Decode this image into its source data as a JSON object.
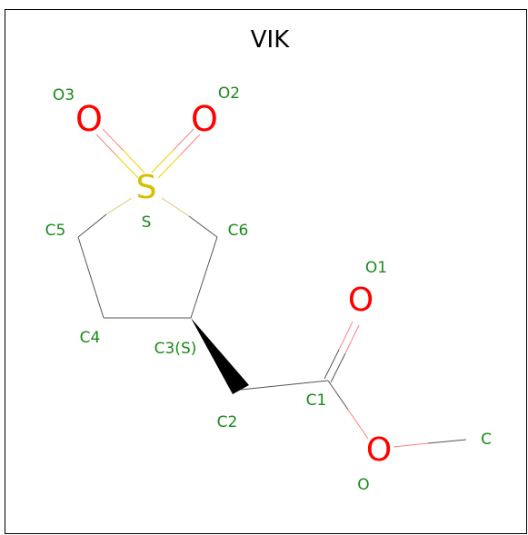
{
  "title": "VIK",
  "colors": {
    "label": "#1a8a1a",
    "oxygen": "#ff0000",
    "sulfur": "#d4c000",
    "bond": "#555555",
    "wedge": "#000000"
  },
  "atoms": [
    {
      "id": "O3",
      "label": "O3",
      "symbol": "O",
      "element": "oxygen"
    },
    {
      "id": "O2",
      "label": "O2",
      "symbol": "O",
      "element": "oxygen"
    },
    {
      "id": "S",
      "label": "S",
      "symbol": "S",
      "element": "sulfur"
    },
    {
      "id": "C5",
      "label": "C5",
      "symbol": "",
      "element": "carbon"
    },
    {
      "id": "C6",
      "label": "C6",
      "symbol": "",
      "element": "carbon"
    },
    {
      "id": "C4",
      "label": "C4",
      "symbol": "",
      "element": "carbon"
    },
    {
      "id": "C3",
      "label": "C3(S)",
      "symbol": "",
      "element": "carbon"
    },
    {
      "id": "C2",
      "label": "C2",
      "symbol": "",
      "element": "carbon"
    },
    {
      "id": "C1",
      "label": "C1",
      "symbol": "",
      "element": "carbon"
    },
    {
      "id": "O1",
      "label": "O1",
      "symbol": "O",
      "element": "oxygen"
    },
    {
      "id": "O",
      "label": "O",
      "symbol": "O",
      "element": "oxygen"
    },
    {
      "id": "C",
      "label": "C",
      "symbol": "",
      "element": "carbon"
    }
  ]
}
